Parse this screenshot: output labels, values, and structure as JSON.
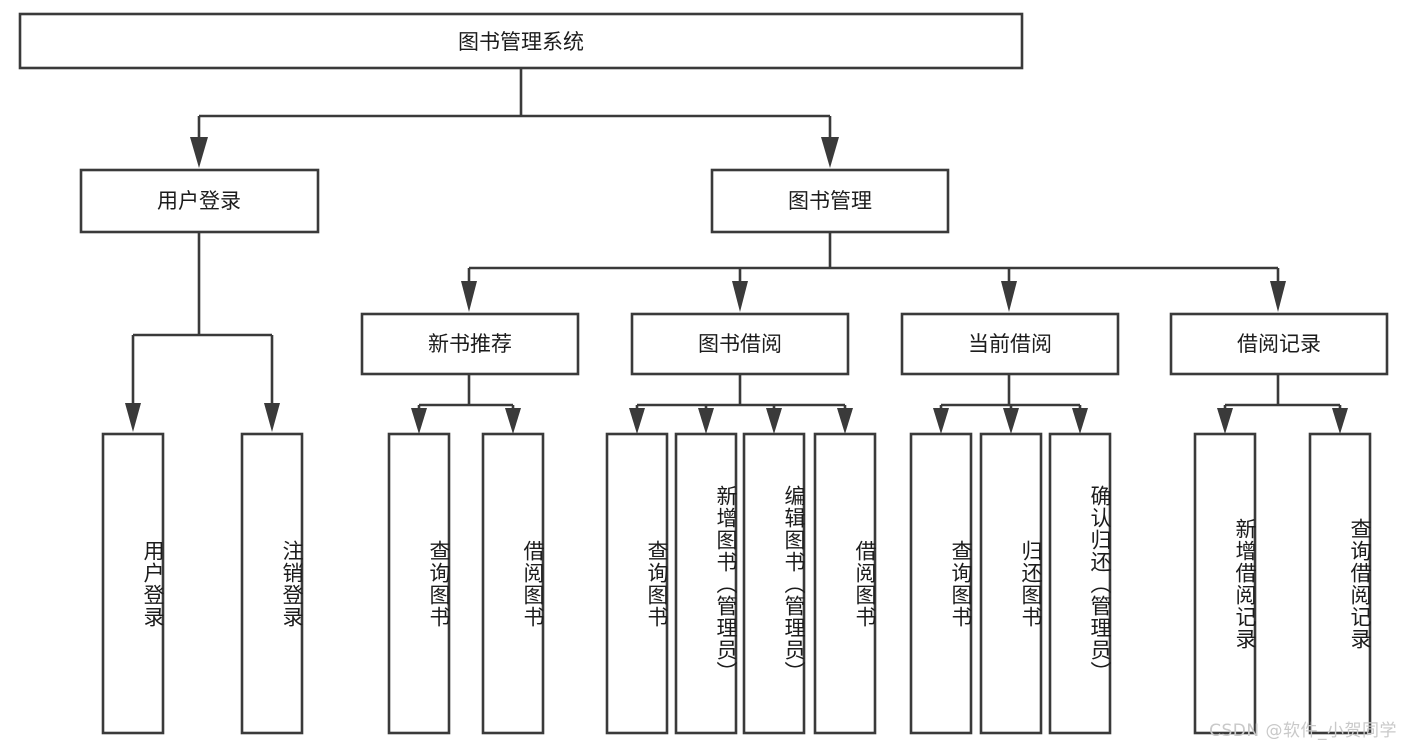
{
  "diagram": {
    "type": "hierarchy-tree",
    "title": "图书管理系统",
    "watermark": "CSDN @软件_小贺同学",
    "colors": {
      "stroke": "#3a3a3a",
      "fill": "#ffffff",
      "text": "#1c1c1c",
      "watermark": "#c9c9c9",
      "background": "#ffffff"
    },
    "root": {
      "label": "图书管理系统",
      "orientation": "horizontal"
    },
    "level2": [
      {
        "label": "用户登录",
        "orientation": "horizontal"
      },
      {
        "label": "图书管理",
        "orientation": "horizontal"
      }
    ],
    "level3": [
      {
        "label": "新书推荐",
        "orientation": "horizontal",
        "parent": "图书管理"
      },
      {
        "label": "图书借阅",
        "orientation": "horizontal",
        "parent": "图书管理"
      },
      {
        "label": "当前借阅",
        "orientation": "horizontal",
        "parent": "图书管理"
      },
      {
        "label": "借阅记录",
        "orientation": "horizontal",
        "parent": "图书管理"
      }
    ],
    "leaves": {
      "用户登录": [
        {
          "label": "用户登录",
          "orientation": "vertical"
        },
        {
          "label": "注销登录",
          "orientation": "vertical"
        }
      ],
      "新书推荐": [
        {
          "label": "查询图书",
          "orientation": "vertical"
        },
        {
          "label": "借阅图书",
          "orientation": "vertical"
        }
      ],
      "图书借阅": [
        {
          "label": "查询图书",
          "orientation": "vertical"
        },
        {
          "label": "新增图书（管理员）",
          "orientation": "vertical"
        },
        {
          "label": "编辑图书（管理员）",
          "orientation": "vertical"
        },
        {
          "label": "借阅图书",
          "orientation": "vertical"
        }
      ],
      "当前借阅": [
        {
          "label": "查询图书",
          "orientation": "vertical"
        },
        {
          "label": "归还图书",
          "orientation": "vertical"
        },
        {
          "label": "确认归还（管理员）",
          "orientation": "vertical"
        }
      ],
      "借阅记录": [
        {
          "label": "新增借阅记录",
          "orientation": "vertical"
        },
        {
          "label": "查询借阅记录",
          "orientation": "vertical"
        }
      ]
    }
  }
}
